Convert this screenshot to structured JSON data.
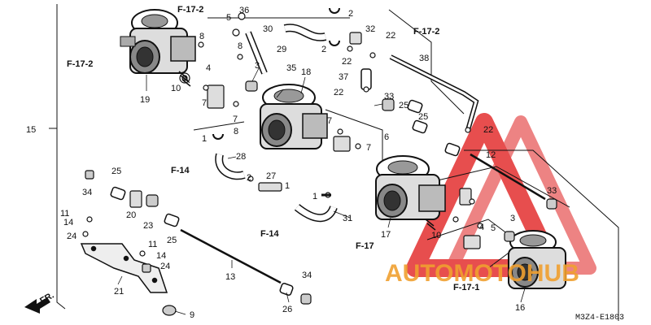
{
  "labels": [
    {
      "id": "l15a",
      "text": "15"
    },
    {
      "id": "l19",
      "text": "19"
    },
    {
      "id": "l10a",
      "text": "10"
    },
    {
      "id": "lf172a",
      "text": "F-17-2"
    },
    {
      "id": "lf172b",
      "text": "F-17-2"
    },
    {
      "id": "lf172c",
      "text": "F-17-2"
    },
    {
      "id": "l5",
      "text": "5"
    },
    {
      "id": "l36",
      "text": "36"
    },
    {
      "id": "l8a",
      "text": "8"
    },
    {
      "id": "l8b",
      "text": "8"
    },
    {
      "id": "l3a",
      "text": "3"
    },
    {
      "id": "l4a",
      "text": "4"
    },
    {
      "id": "l7a",
      "text": "7"
    },
    {
      "id": "l7b",
      "text": "7"
    },
    {
      "id": "l8c",
      "text": "8"
    },
    {
      "id": "l1a",
      "text": "1"
    },
    {
      "id": "l28",
      "text": "28"
    },
    {
      "id": "lf14a",
      "text": "F-14"
    },
    {
      "id": "l2a",
      "text": "2"
    },
    {
      "id": "l30",
      "text": "30"
    },
    {
      "id": "l29",
      "text": "29"
    },
    {
      "id": "l2b",
      "text": "2"
    },
    {
      "id": "l32",
      "text": "32"
    },
    {
      "id": "l22a",
      "text": "22"
    },
    {
      "id": "l22b",
      "text": "22"
    },
    {
      "id": "l38",
      "text": "38"
    },
    {
      "id": "l37",
      "text": "37"
    },
    {
      "id": "l22c",
      "text": "22"
    },
    {
      "id": "l35",
      "text": "35"
    },
    {
      "id": "l18",
      "text": "18"
    },
    {
      "id": "l33a",
      "text": "33"
    },
    {
      "id": "l25a",
      "text": "25"
    },
    {
      "id": "l25b",
      "text": "25"
    },
    {
      "id": "l22d",
      "text": "22"
    },
    {
      "id": "l6",
      "text": "6"
    },
    {
      "id": "l7c",
      "text": "7"
    },
    {
      "id": "l7d",
      "text": "7"
    },
    {
      "id": "l2c",
      "text": "2"
    },
    {
      "id": "l27",
      "text": "27"
    },
    {
      "id": "l1b",
      "text": "1"
    },
    {
      "id": "lf14b",
      "text": "F-14"
    },
    {
      "id": "l1c",
      "text": "1"
    },
    {
      "id": "l31",
      "text": "31"
    },
    {
      "id": "l17",
      "text": "17"
    },
    {
      "id": "lf17",
      "text": "F-17"
    },
    {
      "id": "l12",
      "text": "12"
    },
    {
      "id": "l33b",
      "text": "33"
    },
    {
      "id": "l3b",
      "text": "3"
    },
    {
      "id": "l4b",
      "text": "4"
    },
    {
      "id": "l5b",
      "text": "5"
    },
    {
      "id": "l10b",
      "text": "10"
    },
    {
      "id": "lf171",
      "text": "F-17-1"
    },
    {
      "id": "l16",
      "text": "16"
    },
    {
      "id": "l25c",
      "text": "25"
    },
    {
      "id": "l34a",
      "text": "34"
    },
    {
      "id": "l11a",
      "text": "11"
    },
    {
      "id": "l14a",
      "text": "14"
    },
    {
      "id": "l24a",
      "text": "24"
    },
    {
      "id": "l20",
      "text": "20"
    },
    {
      "id": "l23",
      "text": "23"
    },
    {
      "id": "l25d",
      "text": "25"
    },
    {
      "id": "l11b",
      "text": "11"
    },
    {
      "id": "l14b",
      "text": "14"
    },
    {
      "id": "l24b",
      "text": "24"
    },
    {
      "id": "l21",
      "text": "21"
    },
    {
      "id": "l13",
      "text": "13"
    },
    {
      "id": "l34b",
      "text": "34"
    },
    {
      "id": "l26",
      "text": "26"
    },
    {
      "id": "l9",
      "text": "9"
    },
    {
      "id": "lfr",
      "text": "FR."
    }
  ],
  "diagram_code": "M3Z4-E1803",
  "watermark": {
    "text": "AUTOMOTOHUB",
    "color": "#f0a030",
    "triangle_color": "#e33030"
  }
}
